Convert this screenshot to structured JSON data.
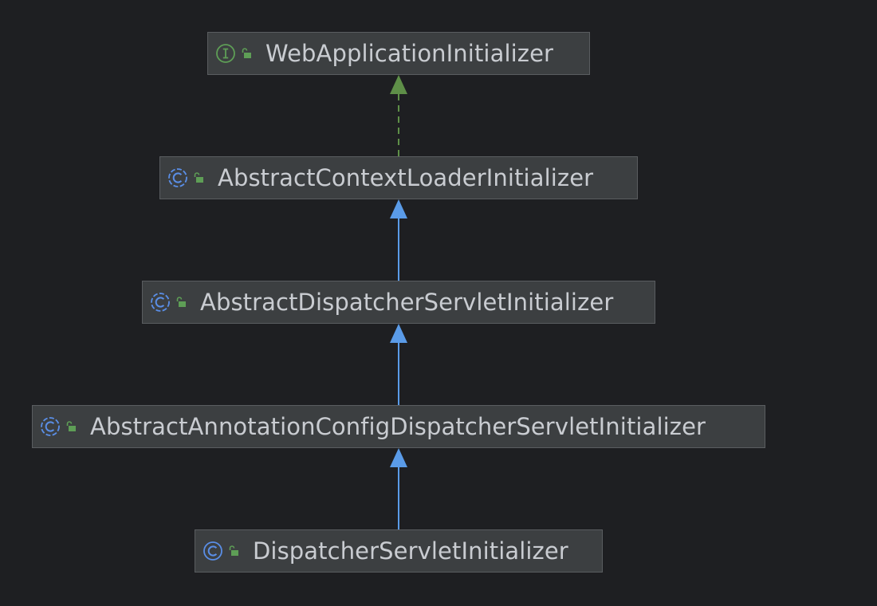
{
  "diagram": {
    "type": "class-hierarchy",
    "nodes": [
      {
        "id": "n0",
        "label": "WebApplicationInitializer",
        "kind": "interface",
        "kind_letter": "I",
        "icon": "interface-icon",
        "access_icon": "public-lock-icon"
      },
      {
        "id": "n1",
        "label": "AbstractContextLoaderInitializer",
        "kind": "abstract-class",
        "kind_letter": "C",
        "icon": "abstract-class-icon",
        "access_icon": "public-lock-icon"
      },
      {
        "id": "n2",
        "label": "AbstractDispatcherServletInitializer",
        "kind": "abstract-class",
        "kind_letter": "C",
        "icon": "abstract-class-icon",
        "access_icon": "public-lock-icon"
      },
      {
        "id": "n3",
        "label": "AbstractAnnotationConfigDispatcherServletInitializer",
        "kind": "abstract-class",
        "kind_letter": "C",
        "icon": "abstract-class-icon",
        "access_icon": "public-lock-icon"
      },
      {
        "id": "n4",
        "label": "DispatcherServletInitializer",
        "kind": "class",
        "kind_letter": "C",
        "icon": "class-icon",
        "access_icon": "public-lock-icon"
      }
    ],
    "edges": [
      {
        "from": "n1",
        "to": "n0",
        "relation": "implements",
        "style": "dashed",
        "color": "#5e8f48"
      },
      {
        "from": "n2",
        "to": "n1",
        "relation": "extends",
        "style": "solid",
        "color": "#5a9be8"
      },
      {
        "from": "n3",
        "to": "n2",
        "relation": "extends",
        "style": "solid",
        "color": "#5a9be8"
      },
      {
        "from": "n4",
        "to": "n3",
        "relation": "extends",
        "style": "solid",
        "color": "#5a9be8"
      }
    ]
  },
  "colors": {
    "background": "#1e1f22",
    "node_fill": "#3c3f41",
    "node_border": "#5a5d60",
    "text": "#c9ccd1",
    "interface_icon": "#5e9e56",
    "class_icon": "#5a8ee6",
    "lock_icon": "#5e9e56"
  }
}
